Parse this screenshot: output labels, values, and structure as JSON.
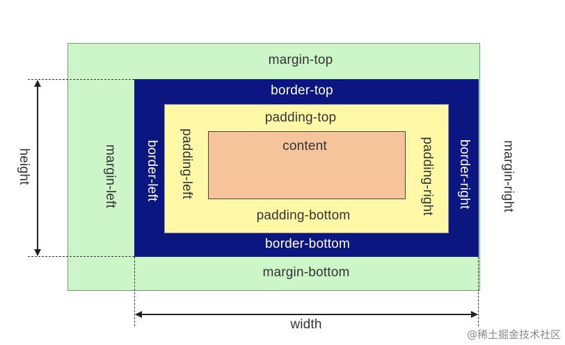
{
  "margin": {
    "top": "margin-top",
    "bottom": "margin-bottom",
    "left": "margin-left",
    "right": "margin-right"
  },
  "border": {
    "top": "border-top",
    "bottom": "border-bottom",
    "left": "border-left",
    "right": "border-right"
  },
  "padding": {
    "top": "padding-top",
    "bottom": "padding-bottom",
    "left": "padding-left",
    "right": "padding-right"
  },
  "content": {
    "label": "content"
  },
  "dimensions": {
    "height": "height",
    "width": "width"
  },
  "watermark": "@稀土掘金技术社区",
  "colors": {
    "margin": "#ccf5c8",
    "border": "#0b1680",
    "padding": "#fff8a6",
    "content": "#f5c49a"
  }
}
